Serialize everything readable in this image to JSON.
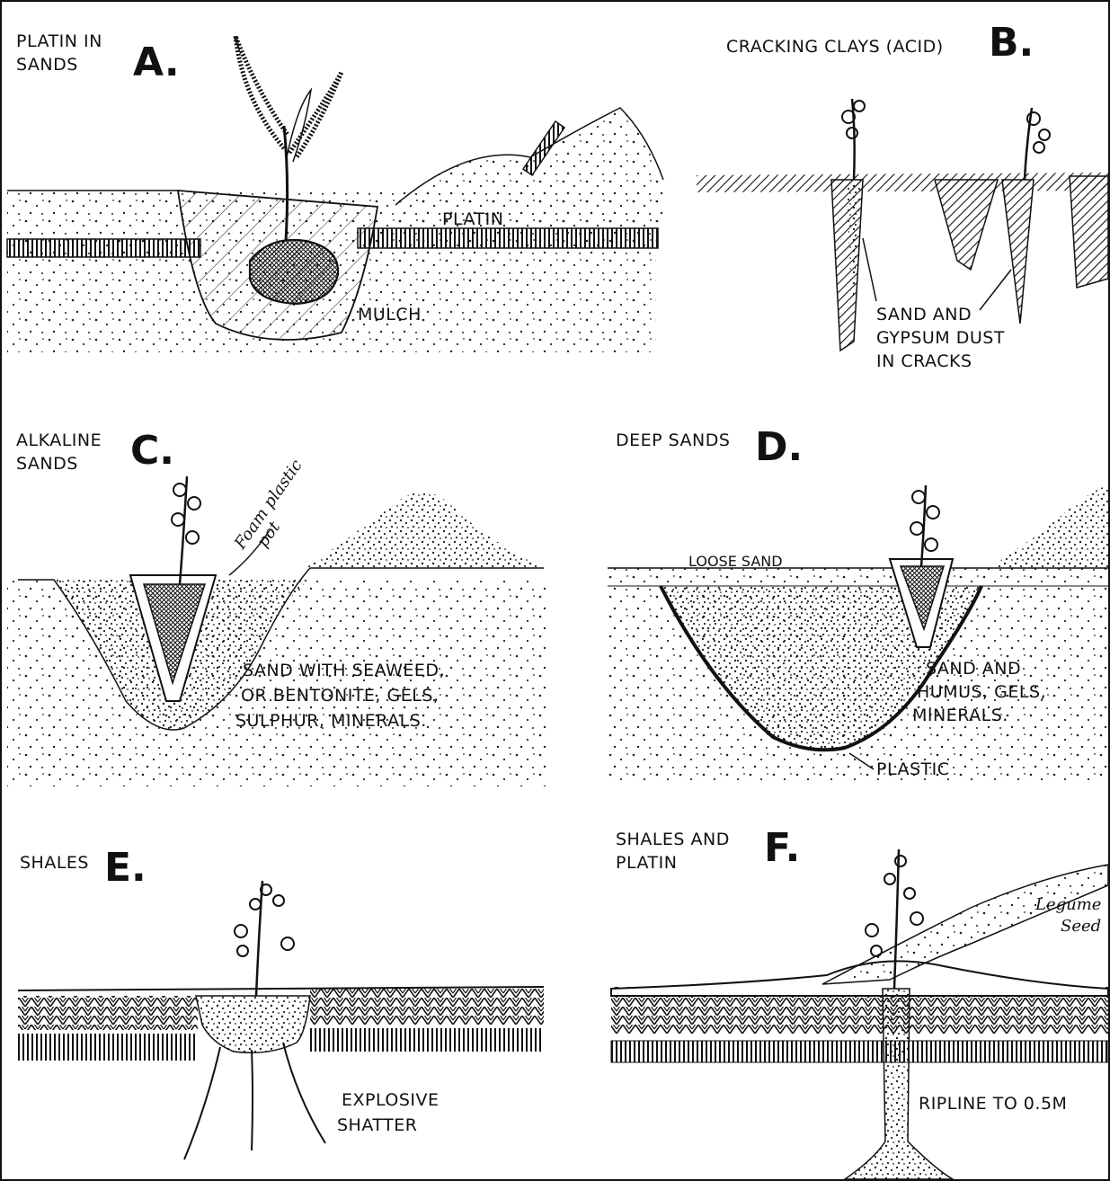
{
  "panels": {
    "a": {
      "letter": "A.",
      "title_line1": "PLATIN IN",
      "title_line2": "SANDS",
      "label_platin": "PLATIN",
      "label_mulch": "MULCH"
    },
    "b": {
      "letter": "B.",
      "title": "CRACKING CLAYS (ACID)",
      "label_line1": "SAND AND",
      "label_line2": "GYPSUM DUST",
      "label_line3": "IN CRACKS"
    },
    "c": {
      "letter": "C.",
      "title_line1": "ALKALINE",
      "title_line2": "SANDS",
      "label_foam_line1": "Foam plastic",
      "label_foam_line2": "pot",
      "label_line1": "SAND WITH SEAWEED,",
      "label_line2": "OR BENTONITE, GELS,",
      "label_line3": "SULPHUR, MINERALS."
    },
    "d": {
      "letter": "D.",
      "title": "DEEP SANDS",
      "label_loose": "LOOSE SAND",
      "label_line1": "SAND AND",
      "label_line2": "HUMUS, GELS,",
      "label_line3": "MINERALS.",
      "label_plastic": "PLASTIC"
    },
    "e": {
      "letter": "E.",
      "title": "SHALES",
      "label_line1": "EXPLOSIVE",
      "label_line2": "SHATTER"
    },
    "f": {
      "letter": "F.",
      "title_line1": "SHALES AND",
      "title_line2": "PLATIN",
      "label_legume_line1": "Legume",
      "label_legume_line2": "Seed",
      "label_ripline": "RIPLINE TO 0.5M"
    }
  },
  "colors": {
    "ink": "#111111",
    "paper": "#ffffff"
  }
}
